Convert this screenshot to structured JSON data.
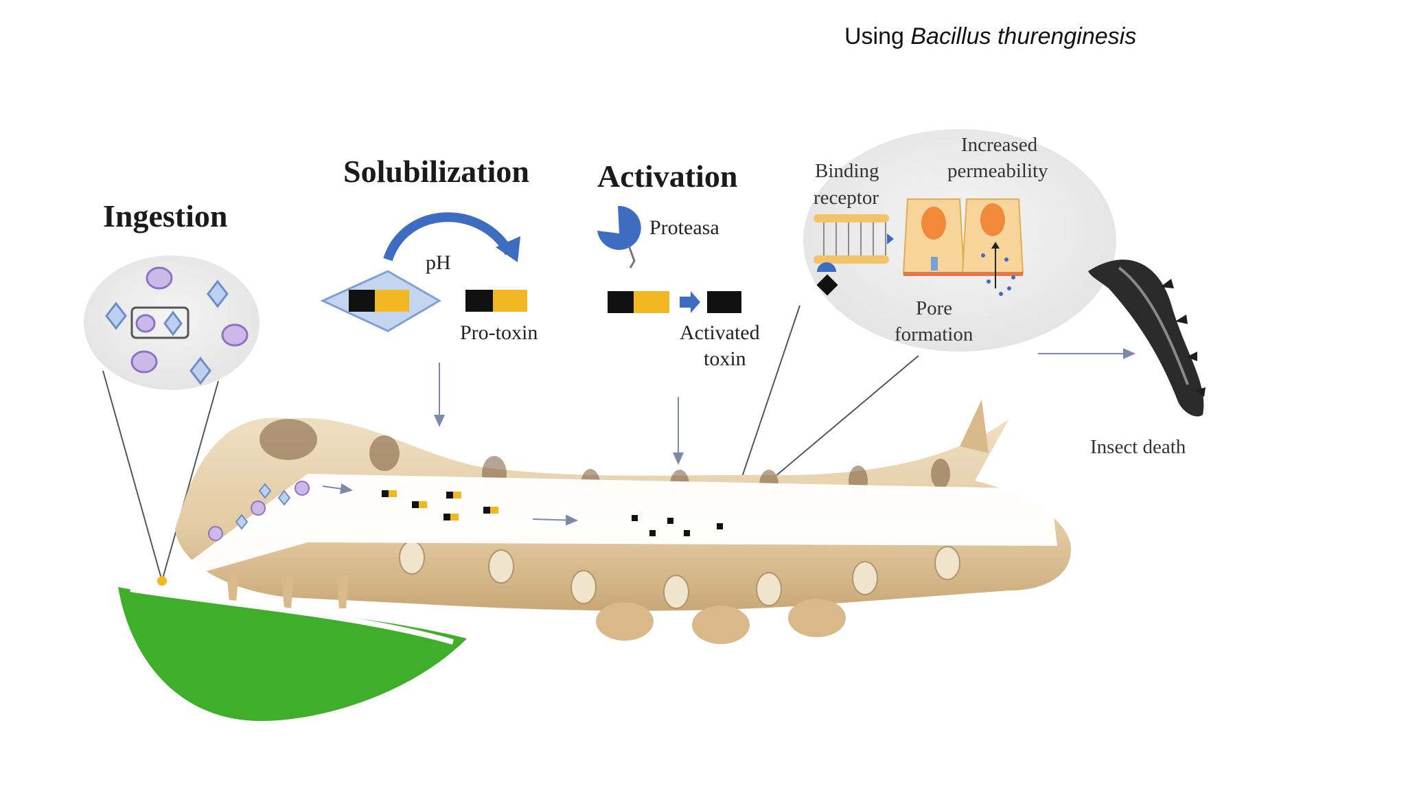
{
  "slide": {
    "title_prefix": "Using ",
    "title_species": "Bacillus thurenginesis"
  },
  "diagram": {
    "stages": {
      "ingestion": "Ingestion",
      "solubilization": "Solubilization",
      "activation": "Activation"
    },
    "labels": {
      "ph": "pH",
      "pro_toxin": "Pro-toxin",
      "proteasa": "Proteasa",
      "activated_toxin_line1": "Activated",
      "activated_toxin_line2": "toxin",
      "binding_receptor_line1": "Binding",
      "binding_receptor_line2": "receptor",
      "increased_permeability_line1": "Increased",
      "increased_permeability_line2": "permeability",
      "pore_formation_line1": "Pore",
      "pore_formation_line2": "formation",
      "insect_death": "Insect death"
    },
    "colors": {
      "toxin_black": "#111111",
      "toxin_yellow": "#f2b824",
      "protease_blue": "#3d6cc0",
      "crystal_blue": "#b9cdee",
      "spore_purple": "#c8b4e6",
      "leaf_green": "#3fae2a",
      "caterpillar_tan": "#e7d3b0",
      "cell_peach": "#f6d49a",
      "nucleus_orange": "#f08a3a"
    }
  }
}
